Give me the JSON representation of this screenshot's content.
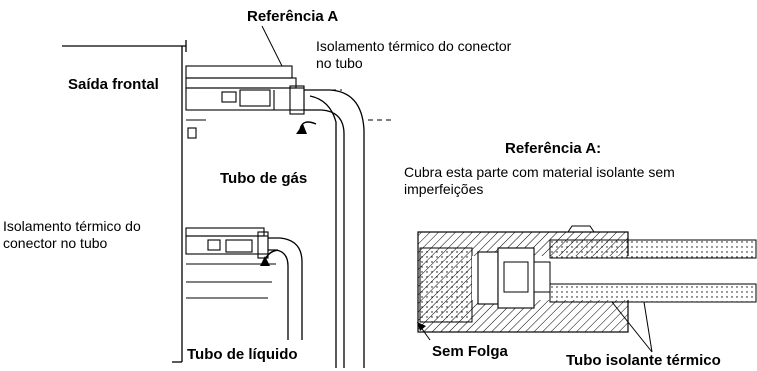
{
  "labels": {
    "reference_a_top": "Referência A",
    "connector_insulation_top": "Isolamento térmico do conector no tubo",
    "front_outlet": "Saída frontal",
    "gas_pipe": "Tubo de gás",
    "reference_a_detail": "Referência A:",
    "detail_instruction": "Cubra esta parte com material isolante sem imperfeições",
    "connector_insulation_left": "Isolamento térmico do conector no tubo",
    "liquid_pipe": "Tubo de líquido",
    "no_gap": "Sem Folga",
    "insulating_tube": "Tubo isolante térmico"
  }
}
